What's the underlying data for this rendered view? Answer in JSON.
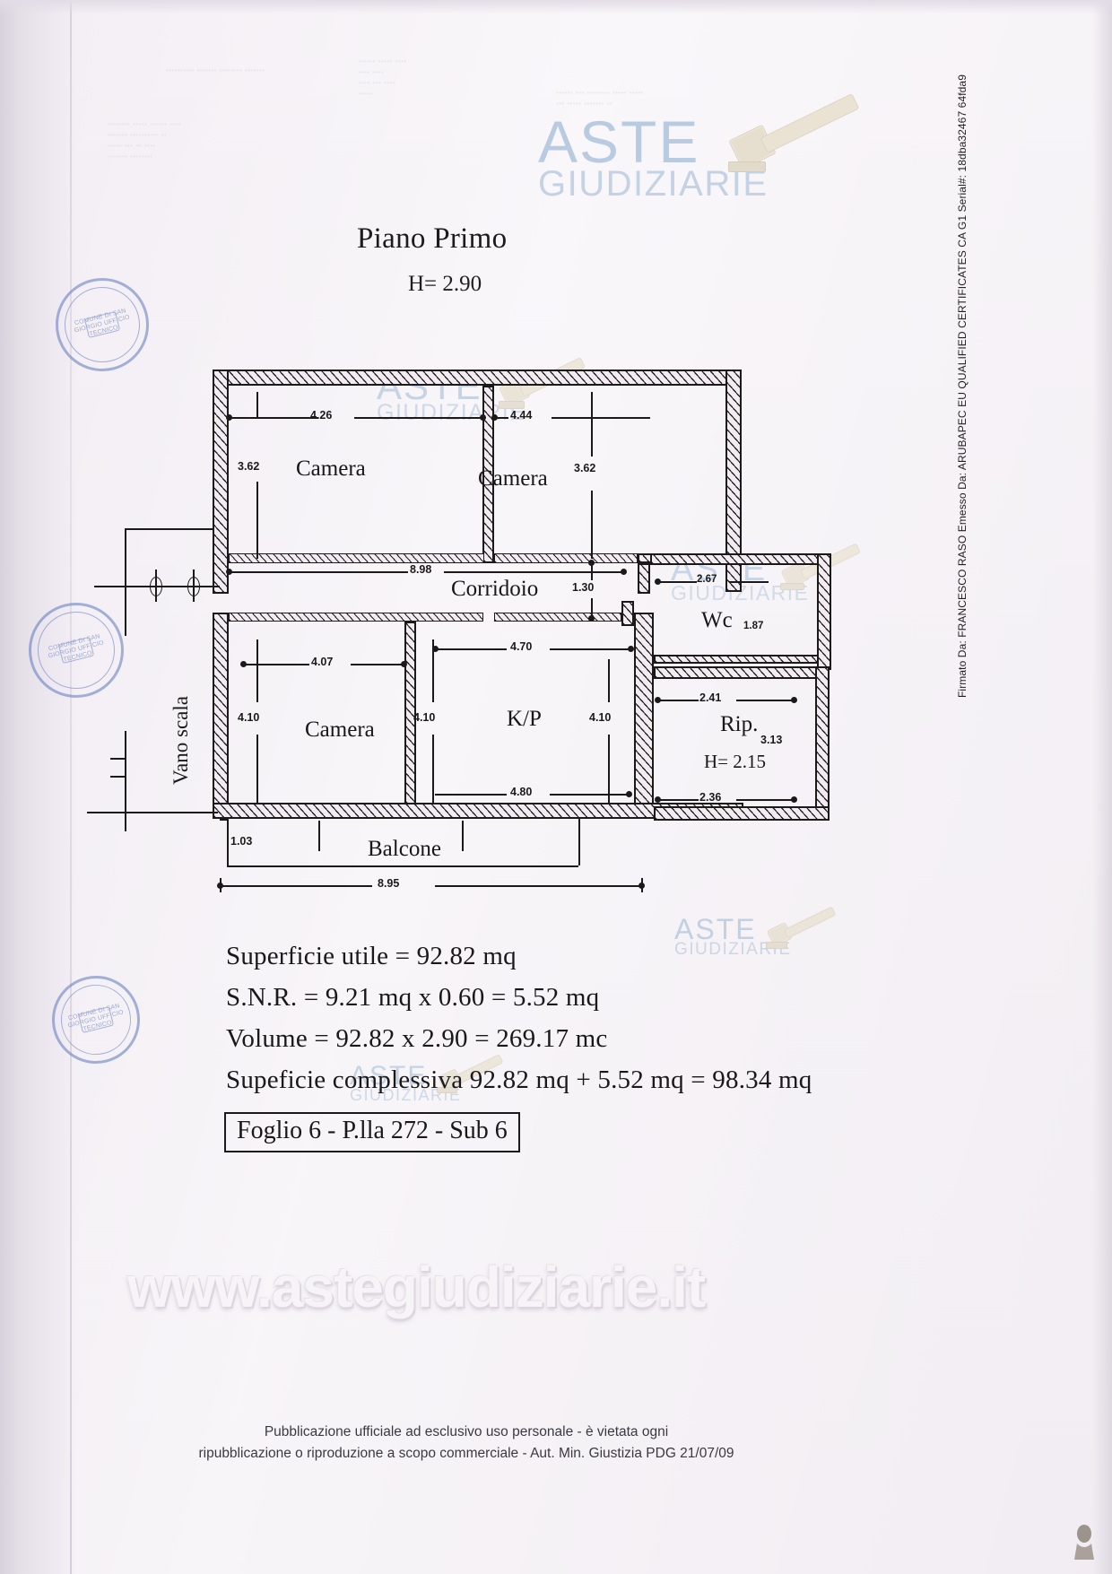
{
  "document": {
    "title": "Piano Primo",
    "height_note": "H= 2.90"
  },
  "plan": {
    "rooms": [
      {
        "name": "Camera",
        "id": "camera-1"
      },
      {
        "name": "Camera",
        "id": "camera-2"
      },
      {
        "name": "Camera",
        "id": "camera-3"
      },
      {
        "name": "Corridoio",
        "id": "corridoio"
      },
      {
        "name": "K/P",
        "id": "kp"
      },
      {
        "name": "Wc",
        "id": "wc"
      },
      {
        "name": "Rip.",
        "id": "ripostiglio"
      },
      {
        "name": "Balcone",
        "id": "balcone"
      },
      {
        "name": "Vano scala",
        "id": "vano-scala"
      }
    ],
    "ripostiglio_height": "H= 2.15",
    "dimensions": {
      "camera1_width": "4.26",
      "camera1_depth": "3.62",
      "camera2_width": "4.44",
      "camera2_depth": "3.62",
      "corridoio_length": "8.98",
      "corridoio_right": "1.30",
      "wc_width": "2.67",
      "wc_depth": "1.87",
      "camera3_width": "4.07",
      "camera3_depth": "4.10",
      "mid_depth": "4.10",
      "kp_width": "4.70",
      "kp_depth": "4.10",
      "kp_bottom": "4.80",
      "rip_top": "2.41",
      "rip_depth": "3.13",
      "rip_bottom": "2.36",
      "balcone_depth": "1.03",
      "total_width": "8.95"
    }
  },
  "summary": {
    "lines": [
      "Superficie utile = 92.82 mq",
      "S.N.R. = 9.21 mq x 0.60 = 5.52 mq",
      "Volume = 92.82 x 2.90 = 269.17 mc",
      "Supeficie complessiva 92.82 mq + 5.52 mq = 98.34 mq"
    ],
    "cadastral": "Foglio 6 - P.lla 272 - Sub 6"
  },
  "watermark": {
    "brand_top": "ASTE",
    "brand_bottom": "GIUDIZIARIE",
    "site": "www.astegiudiziarie.it"
  },
  "stamps": {
    "text": "COMUNE DI SAN GIORGIO\nUFFICIO TECNICO"
  },
  "signature": {
    "strip": "Firmato Da: FRANCESCO RASO Emesso Da: ARUBAPEC EU QUALIFIED CERTIFICATES CA G1 Serial#: 18dba32467 64fda9"
  },
  "footer": {
    "line1": "Pubblicazione ufficiale ad esclusivo uso personale - è vietata ogni",
    "line2": "ripubblicazione o riproduzione a scopo commerciale - Aut. Min. Giustizia PDG 21/07/09"
  },
  "colors": {
    "ink": "#1c1a19",
    "paper": "#f0ebf2",
    "watermark_blue": "#bccde1",
    "stamp_blue": "#6f86c4"
  }
}
